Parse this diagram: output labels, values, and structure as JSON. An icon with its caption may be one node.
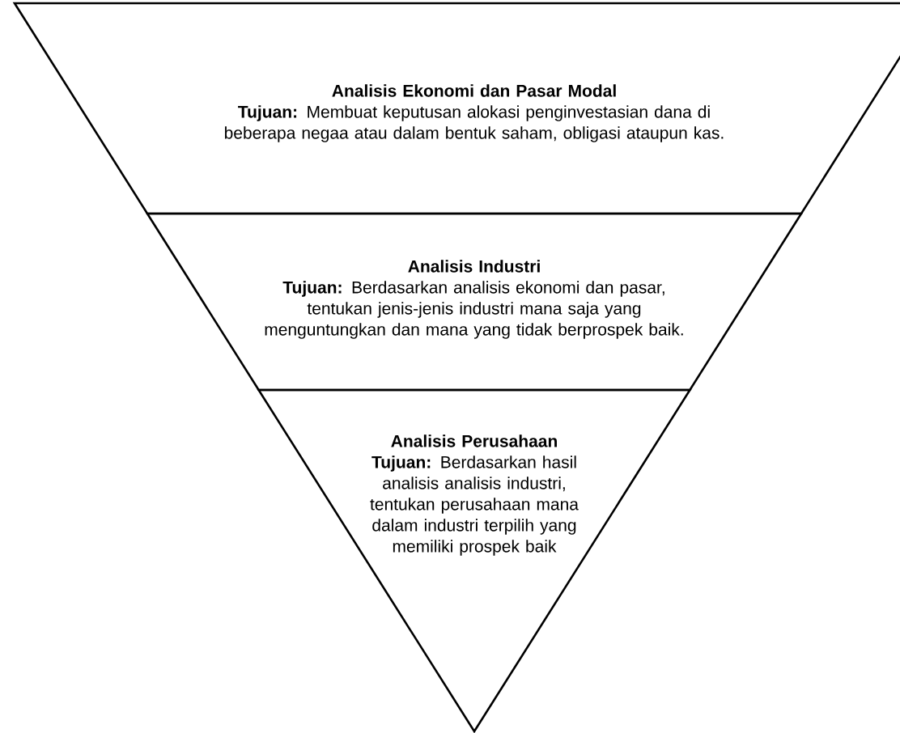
{
  "diagram": {
    "nodes": [
      {
        "text": [
          "Analisis Ekonomi dan Pasar Modal",
          "**Tujuan:** Membuat keputusan alokasi penginvestasian dana di beberapa negaa atau dalam bentuk saham, obligasi ataupun kas."
        ]
      },
      {
        "text": [
          "Analisis Industri",
          "**Tujuan:** Berdasarkan analisis ekonomi dan pasar, tentukan jenis-jenis industri mana saja yang menguntungkan dan mana yang tidak berprospek baik."
        ]
      },
      {
        "text": [
          "Analisis Perusahaan",
          "**Tujuan:** Berdasarkan hasil analisis analisis industri, tentukan perusahaan mana dalam industri terpilih yang memiliki prospek baik"
        ]
      }
    ]
  }
}
